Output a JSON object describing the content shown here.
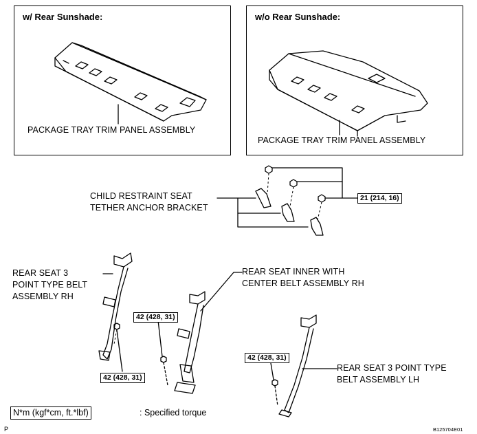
{
  "panels": {
    "with_sunshade": {
      "title": "w/ Rear Sunshade:",
      "caption": "PACKAGE TRAY TRIM PANEL ASSEMBLY"
    },
    "without_sunshade": {
      "title": "w/o Rear Sunshade:",
      "caption": "PACKAGE TRAY TRIM PANEL ASSEMBLY"
    }
  },
  "labels": {
    "bracket_line1": "CHILD RESTRAINT SEAT",
    "bracket_line2": "TETHER ANCHOR BRACKET",
    "belt_rh_line1": "REAR SEAT 3",
    "belt_rh_line2": "POINT TYPE BELT",
    "belt_rh_line3": "ASSEMBLY RH",
    "inner_line1": "REAR SEAT INNER WITH",
    "inner_line2": "CENTER BELT ASSEMBLY RH",
    "belt_lh_line1": "REAR SEAT 3 POINT TYPE",
    "belt_lh_line2": "BELT ASSEMBLY LH"
  },
  "torques": {
    "bracket": "21 (214, 16)",
    "belt_rh": "42 (428, 31)",
    "inner": "42 (428, 31)",
    "belt_lh": "42 (428, 31)"
  },
  "legend": {
    "unit": "N*m (kgf*cm, ft.*lbf)",
    "description": ": Specified torque"
  },
  "corner": {
    "left": "P",
    "right": "B125704E01"
  }
}
